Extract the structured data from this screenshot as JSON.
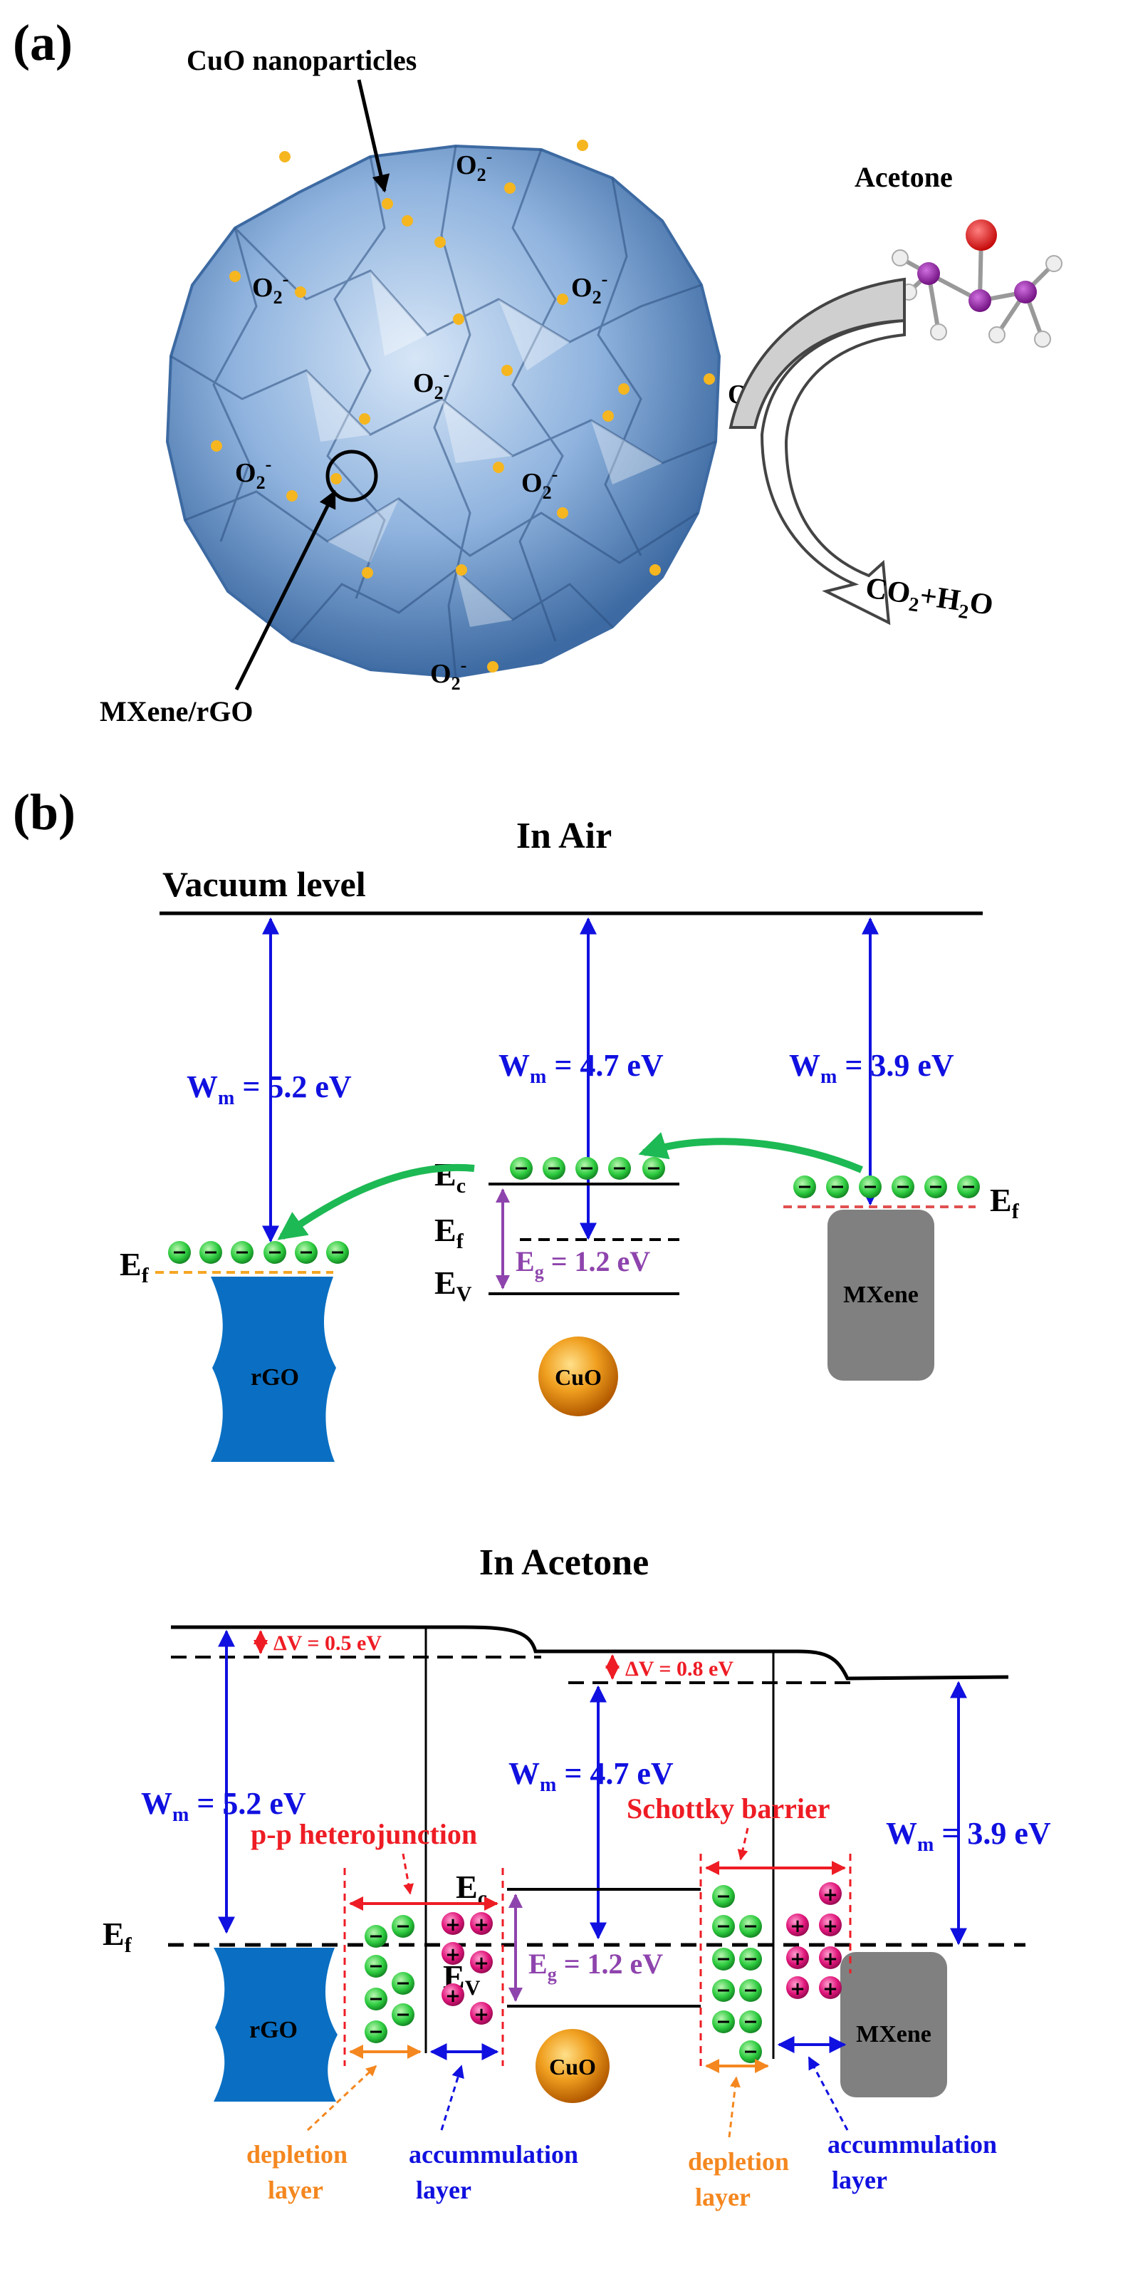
{
  "panel_a": {
    "label": "(a)",
    "cuo_label": "CuO nanoparticles",
    "mxene_rgo_label": "MXene/rGO",
    "acetone_label": "Acetone",
    "product": {
      "a": "CO",
      "b": "2",
      "c": "+H",
      "d": "2",
      "e": "O"
    },
    "oxygen_species": {
      "base": "O",
      "sub": "2",
      "sup": "-"
    }
  },
  "panel_b": {
    "label": "(b)",
    "air": {
      "title": "In Air",
      "vacuum_level": "Vacuum level",
      "wm_rgo": {
        "w": "W",
        "sub": "m",
        "val": " = 5.2 eV"
      },
      "wm_cuo": {
        "w": "W",
        "sub": "m",
        "val": " = 4.7 eV"
      },
      "wm_mxene": {
        "w": "W",
        "sub": "m",
        "val": " = 3.9 eV"
      },
      "ec": {
        "main": "E",
        "sub": "c"
      },
      "ef": {
        "main": "E",
        "sub": "f"
      },
      "ev": {
        "main": "E",
        "sub": "V"
      },
      "eg": {
        "main": "E",
        "sub": "g",
        "val": " = 1.2 eV"
      },
      "rgo": "rGO",
      "cuo": "CuO",
      "mxene": "MXene"
    },
    "acetone": {
      "title": "In Acetone",
      "dv1": "ΔV = 0.5 eV",
      "dv2": "ΔV = 0.8 eV",
      "wm_rgo": {
        "w": "W",
        "sub": "m",
        "val": " = 5.2 eV"
      },
      "wm_cuo": {
        "w": "W",
        "sub": "m",
        "val": " = 4.7 eV"
      },
      "wm_mxene": {
        "w": "W",
        "sub": "m",
        "val": " = 3.9 eV"
      },
      "pp": "p-p heterojunction",
      "schottky": "Schottky barrier",
      "ec": {
        "main": "E",
        "sub": "c"
      },
      "ef": {
        "main": "E",
        "sub": "f"
      },
      "ev": {
        "main": "E",
        "sub": "V"
      },
      "eg": {
        "main": "E",
        "sub": "g",
        "val": " = 1.2 eV"
      },
      "rgo": "rGO",
      "cuo": "CuO",
      "mxene": "MXene",
      "depletion": [
        "depletion",
        "layer"
      ],
      "accumulation": [
        "accummulation",
        "layer"
      ]
    }
  },
  "colors": {
    "blue_text": "#1010e0",
    "red_text": "#ee1c24",
    "purple": "#8e44ad",
    "green_arrow": "#1db954",
    "orange": "#f4871f",
    "electron": "#2ecc40",
    "hole": "#e0157a",
    "mxene": "#808080",
    "rgo": "#0a6fc2"
  }
}
